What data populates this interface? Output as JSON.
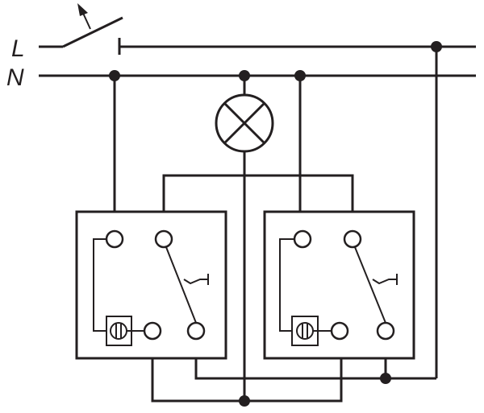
{
  "labels": {
    "line": "L",
    "neutral": "N"
  },
  "colors": {
    "ink": "#231f20",
    "background": "#ffffff"
  },
  "components": {
    "main_switch": "switch-icon",
    "lamp": "lamp-icon",
    "dimmer_units": 2
  }
}
